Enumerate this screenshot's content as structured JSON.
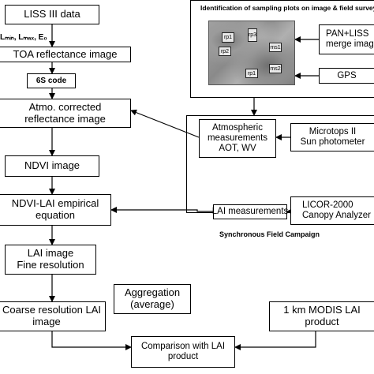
{
  "nodes": {
    "liss": "LISS III data",
    "params": "Lₘᵢₙ, Lₘₐₓ, E₀",
    "toa": "TOA reflectance image",
    "sixs": "6S code",
    "atmo_line1": "Atmo. corrected",
    "atmo_line2": "reflectance image",
    "ndvi": "NDVI image",
    "ndvi_lai_line1": "NDVI-LAI empirical",
    "ndvi_lai_line2": "equation",
    "lai_line1": "LAI image",
    "lai_line2": "Fine resolution",
    "coarse_line1": "Coarse resolution LAI",
    "coarse_line2": "image",
    "aggregation_line1": "Aggregation",
    "aggregation_line2": "(average)",
    "modis_line1": "1 km MODIS LAI",
    "modis_line2": "product",
    "comparison_line1": "Comparison with LAI",
    "comparison_line2": "product"
  },
  "sampling": {
    "title": "Identification of sampling plots on image & field survey",
    "pan_line1": "PAN+LISS",
    "pan_line2": "merge image",
    "gps": "GPS",
    "plots": [
      "rp1",
      "rp3",
      "rp2",
      "ms1",
      "rp1",
      "ms2"
    ]
  },
  "field": {
    "caption": "Synchronous Field Campaign",
    "atmos_line1": "Atmospheric",
    "atmos_line2": "measurements",
    "atmos_line3": "AOT, WV",
    "microtops_line1": "Microtops II",
    "microtops_line2": "Sun photometer",
    "lai_meas": "LAI measurements",
    "licor_line1": "LICOR-2000",
    "licor_line2": "Canopy Analyzer"
  }
}
